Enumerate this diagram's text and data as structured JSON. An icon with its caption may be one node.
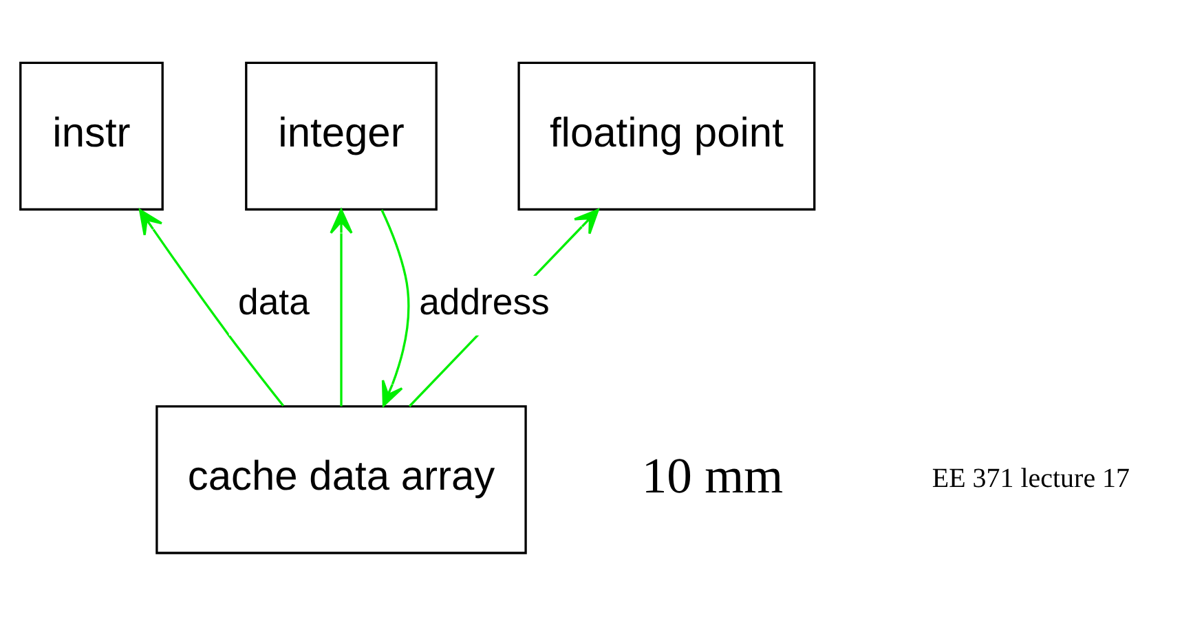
{
  "diagram": {
    "nodes": [
      {
        "text": [
          "cache data array"
        ]
      },
      {
        "text": [
          "instr"
        ]
      },
      {
        "text": [
          "integer"
        ]
      },
      {
        "text": [
          "floating point"
        ]
      }
    ],
    "edges": [
      {
        "from": 2,
        "to": 0,
        "arrow": "to",
        "label": "address"
      },
      {
        "from": 0,
        "to": 1,
        "arrow": "to",
        "label": "data"
      },
      {
        "from": 0,
        "to": 2,
        "arrow": "to"
      },
      {
        "from": 0,
        "to": 3,
        "arrow": "to"
      }
    ],
    "labels": [
      "10 mm",
      "EE 371 lecture 17"
    ]
  }
}
